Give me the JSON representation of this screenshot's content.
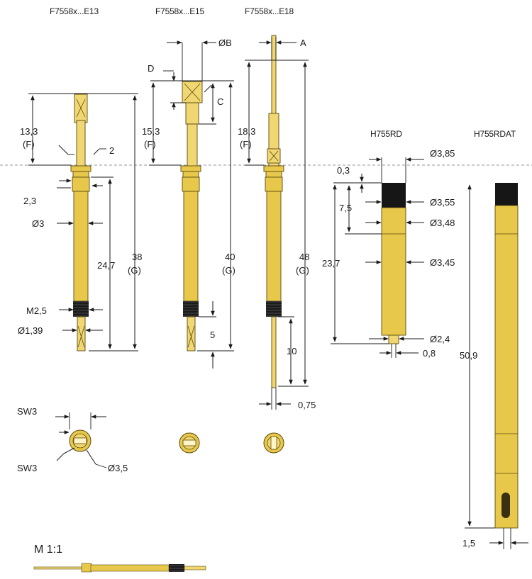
{
  "headers": {
    "e13": "F7558x...E13",
    "e15": "F7558x...E15",
    "e18": "F7558x...E18",
    "h755rd": "H755RD",
    "h755rdat": "H755RDAT"
  },
  "dims_e13": {
    "f": "13,3",
    "f_paren": "(F)",
    "top_collar": "2",
    "collar": "2,3",
    "dia": "Ø3",
    "len": "24,7",
    "total": "38",
    "total_paren": "(G)",
    "thread": "M2,5",
    "tip_dia": "Ø1,39"
  },
  "dims_e15": {
    "d": "D",
    "b": "ØB",
    "c": "C",
    "f": "15,3",
    "f_paren": "(F)",
    "total": "40",
    "total_paren": "(G)",
    "tip": "5"
  },
  "dims_e18": {
    "a": "A",
    "f": "18,3",
    "f_paren": "(F)",
    "total": "48",
    "total_paren": "(G)",
    "tip": "10",
    "tip_dia": "0,75"
  },
  "dims_h755rd": {
    "d385": "Ø3,85",
    "d03": "0,3",
    "d355": "Ø3,55",
    "d75": "7,5",
    "d348": "Ø3,48",
    "d237": "23,7",
    "d345": "Ø3,45",
    "d24": "Ø2,4",
    "d08": "0,8"
  },
  "dims_h755rdat": {
    "len": "50,9",
    "tip": "1,5"
  },
  "end_views": {
    "sw_top": "SW3",
    "sw_bottom": "SW3",
    "dia": "Ø3,5"
  },
  "scale_label": "M 1:1",
  "colors": {
    "gold": "#e8c84a",
    "gold_light": "#f0d772",
    "thread": "#1b1b1b",
    "line": "#1a1a1a"
  }
}
